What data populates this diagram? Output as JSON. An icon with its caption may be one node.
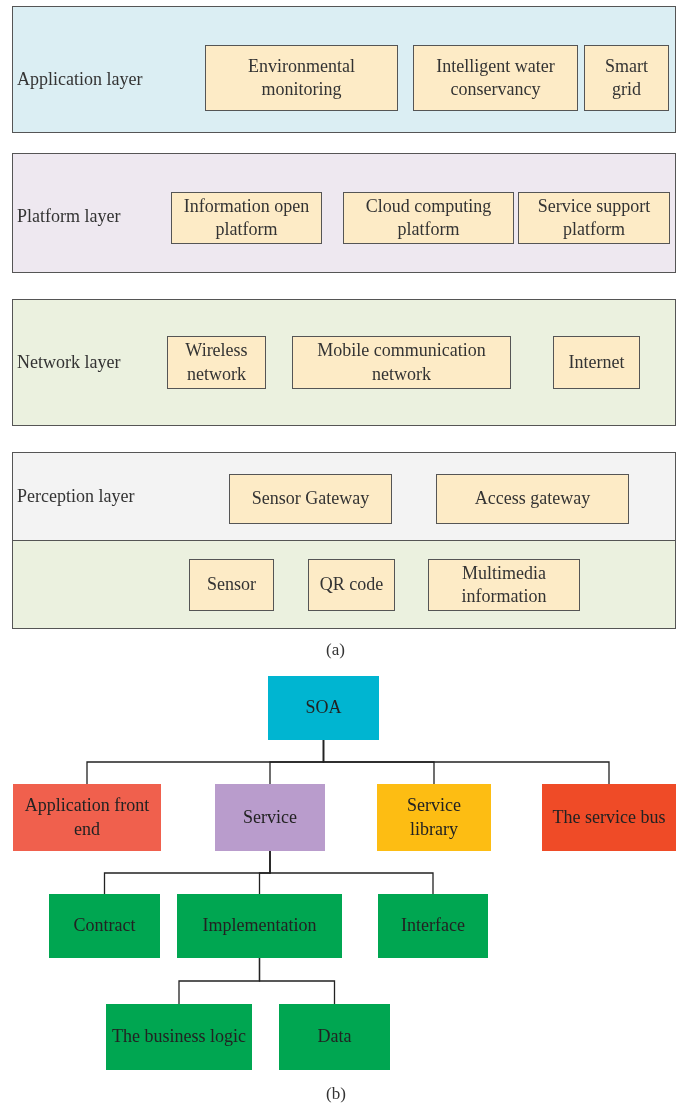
{
  "diagram": {
    "nodes": [
      {
        "text": [
          "Application layer"
        ]
      },
      {
        "text": [
          "Environmental monitoring"
        ],
        "in": 0
      },
      {
        "text": [
          "Intelligent water conservancy"
        ],
        "in": 0
      },
      {
        "text": [
          "Smart grid"
        ],
        "in": 0
      },
      {
        "text": [
          "Platform layer"
        ]
      },
      {
        "text": [
          "Information open platform"
        ],
        "in": 4
      },
      {
        "text": [
          "Cloud computing platform"
        ],
        "in": 4
      },
      {
        "text": [
          "Service support platform"
        ],
        "in": 4
      },
      {
        "text": [
          "Network layer"
        ]
      },
      {
        "text": [
          "Wireless network"
        ],
        "in": 8
      },
      {
        "text": [
          "Mobile communication network"
        ],
        "in": 8
      },
      {
        "text": [
          "Internet"
        ],
        "in": 8
      },
      {
        "text": [
          "Perception layer"
        ]
      },
      {
        "text": [
          "Sensor Gateway"
        ],
        "in": 12
      },
      {
        "text": [
          "Access gateway"
        ],
        "in": 12
      },
      {
        "text": [],
        "shape": "box",
        "in": 12
      },
      {
        "text": [
          "Sensor"
        ],
        "in": 15
      },
      {
        "text": [
          "QR code"
        ],
        "in": 15
      },
      {
        "text": [
          "Multimedia information"
        ],
        "in": 15
      },
      {
        "text": [
          "SOA"
        ]
      },
      {
        "text": [
          "Application front end"
        ]
      },
      {
        "text": [
          "Service"
        ]
      },
      {
        "text": [
          "Service library"
        ]
      },
      {
        "text": [
          "The service bus"
        ]
      },
      {
        "text": [
          "Contract"
        ]
      },
      {
        "text": [
          "Implementation"
        ]
      },
      {
        "text": [
          "Interface"
        ]
      },
      {
        "text": [
          "The business logic"
        ]
      },
      {
        "text": [
          "Data"
        ]
      }
    ],
    "edges": [
      {
        "from": 19,
        "to": 20,
        "arrow": "none"
      },
      {
        "from": 19,
        "to": 21,
        "arrow": "none"
      },
      {
        "from": 19,
        "to": 22,
        "arrow": "none"
      },
      {
        "from": 19,
        "to": 23,
        "arrow": "none"
      },
      {
        "from": 21,
        "to": 24,
        "arrow": "none"
      },
      {
        "from": 21,
        "to": 25,
        "arrow": "none"
      },
      {
        "from": 21,
        "to": 26,
        "arrow": "none"
      },
      {
        "from": 25,
        "to": 27,
        "arrow": "none"
      },
      {
        "from": 25,
        "to": 28,
        "arrow": "none"
      }
    ],
    "labels": [
      "(a)",
      "(b)"
    ]
  }
}
